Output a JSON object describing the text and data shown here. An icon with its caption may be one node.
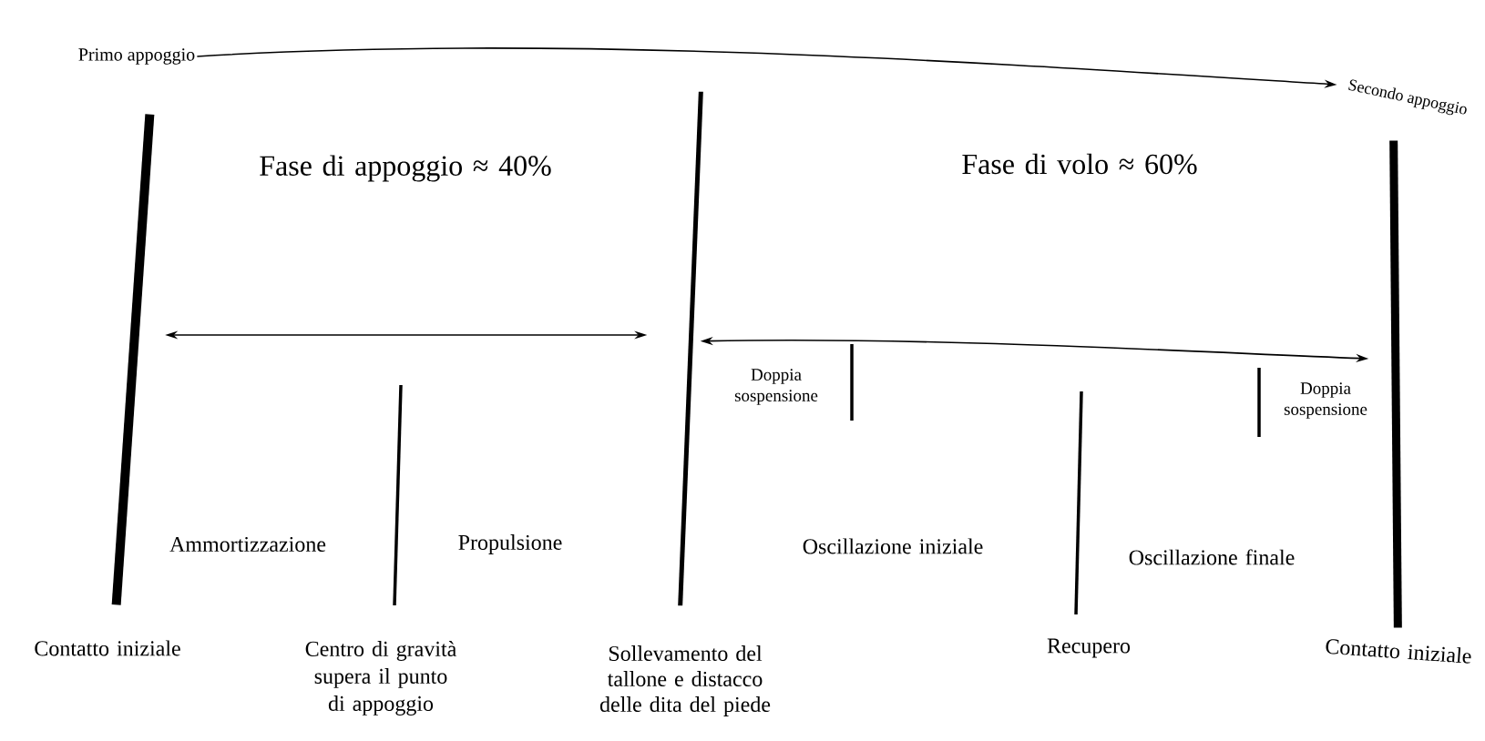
{
  "diagram": {
    "nodes": [
      {
        "text": [
          "Primo appoggio"
        ]
      },
      {
        "text": [
          "Secondo appoggio"
        ]
      },
      {
        "text": [],
        "shape": "bar",
        "beside": [
          "Contatto iniziale"
        ]
      },
      {
        "text": [],
        "shape": "bar",
        "beside": [
          "Sollevamento del tallone e distacco delle dita del piede"
        ]
      },
      {
        "text": [],
        "shape": "bar",
        "beside": [
          "Contatto iniziale"
        ]
      }
    ],
    "edges": [
      {
        "from": 0,
        "to": 1,
        "arrow": "to"
      },
      {
        "from": 2,
        "to": 3,
        "arrow": "both"
      },
      {
        "from": 3,
        "to": 4,
        "arrow": "both"
      }
    ],
    "labels": [
      "Fase di appoggio ≈ 40%",
      "Fase di volo ≈ 60%",
      "Doppia sospensione",
      "Doppia sospensione",
      "Ammortizzazione",
      "Propulsione",
      "Oscillazione iniziale",
      "Oscillazione finale",
      "Centro di gravità supera il punto di appoggio",
      "Recupero"
    ]
  }
}
